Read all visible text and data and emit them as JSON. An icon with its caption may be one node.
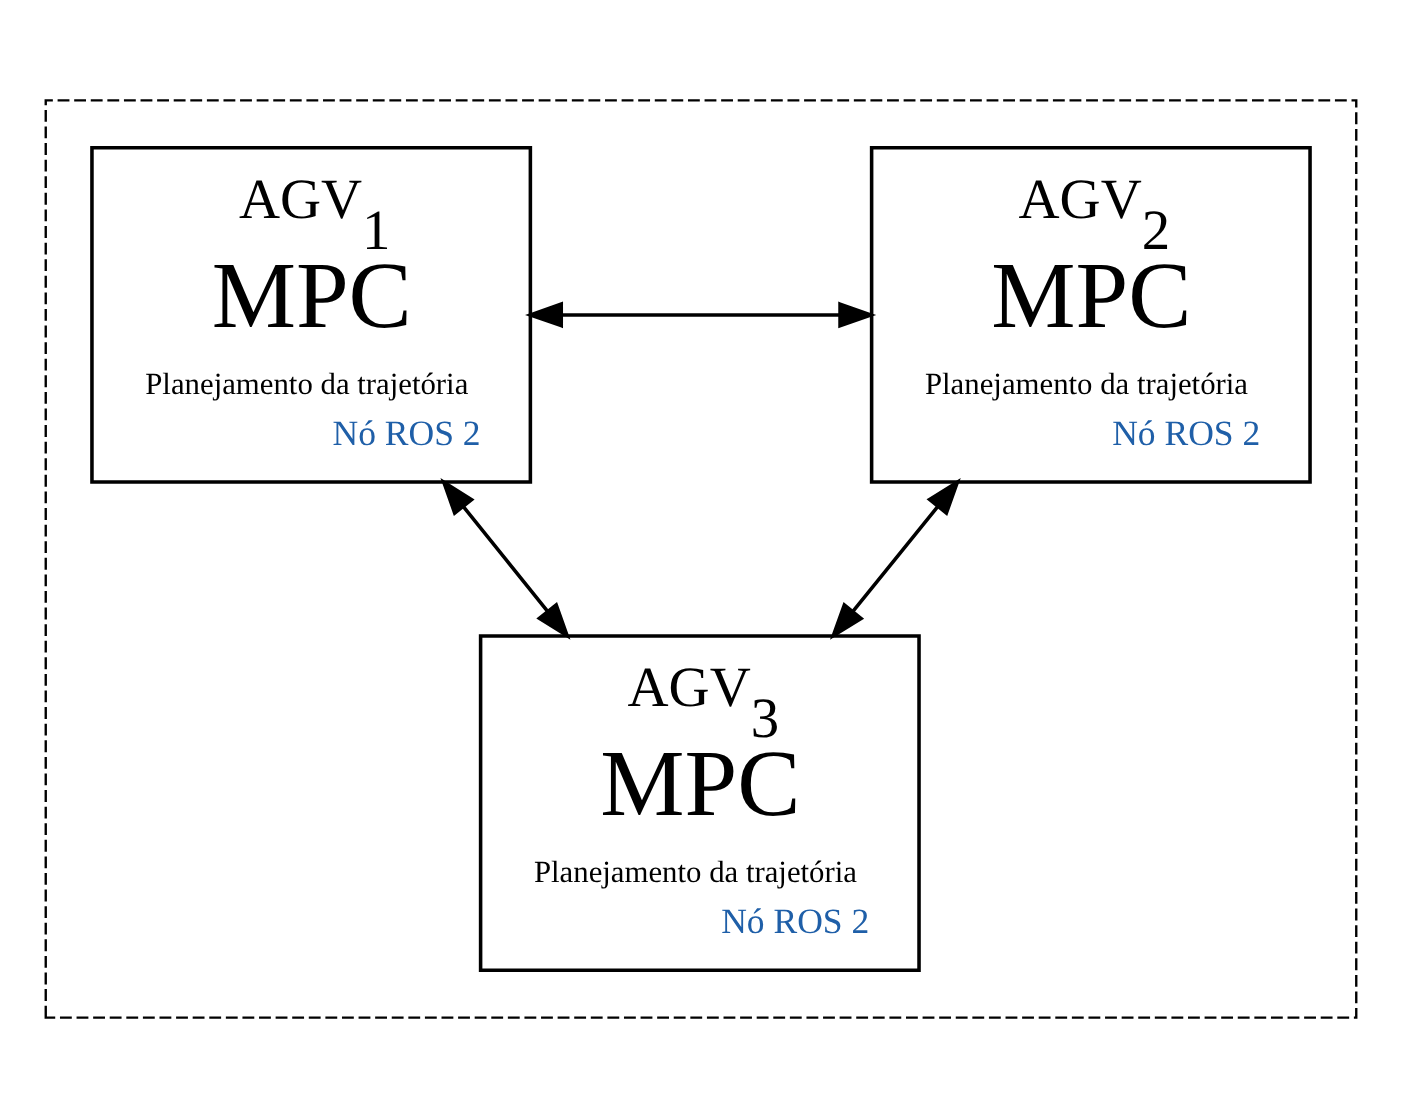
{
  "diagram": {
    "nodes": [
      {
        "text": [],
        "shape": "box"
      },
      {
        "text": [
          "AGV$_{1}$",
          "MPC",
          "Planejamento da trajetória",
          "Nó ROS 2"
        ],
        "in": 0
      },
      {
        "text": [
          "AGV$_{2}$",
          "MPC",
          "Planejamento da trajetória",
          "Nó ROS 2"
        ],
        "in": 0
      },
      {
        "text": [
          "AGV$_{3}$",
          "MPC",
          "Planejamento da trajetória",
          "Nó ROS 2"
        ],
        "in": 0
      }
    ],
    "edges": [
      {
        "from": 1,
        "to": 2,
        "arrow": "both"
      },
      {
        "from": 1,
        "to": 3,
        "arrow": "both"
      },
      {
        "from": 2,
        "to": 3,
        "arrow": "both"
      }
    ]
  }
}
